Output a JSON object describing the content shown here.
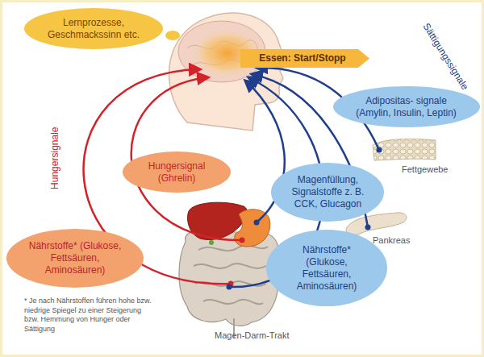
{
  "diagram": {
    "nodes": [
      {
        "text": [
          "Lernprozesse, Geschmackssinn etc."
        ]
      },
      {
        "text": [
          "Essen: Start/Stopp"
        ]
      },
      {
        "text": [
          "Hungersignal (Ghrelin)"
        ]
      },
      {
        "text": [
          "Adipositas- signale (Amylin, Insulin, Leptin)"
        ]
      },
      {
        "text": [
          "Magenfüllung, Signalstoffe z. B. CCK, Glucagon"
        ]
      },
      {
        "text": [
          "Nährstoffe* (Glukose, Fettsäuren, Aminosäuren)"
        ]
      },
      {
        "text": [
          "Nährstoffe* (Glukose, Fettsäuren, Aminosäuren)"
        ]
      }
    ],
    "labels": [
      "Hungersignale",
      "Sättigungssignale",
      "Fettgewebe",
      "Pankreas",
      "Magen-Darm-Trakt",
      "* Je nach Nährstoffen führen hohe bzw. niedrige Spiegel zu einer Steigerung bzw. Hemmung von Hunger oder Sättigung"
    ]
  }
}
